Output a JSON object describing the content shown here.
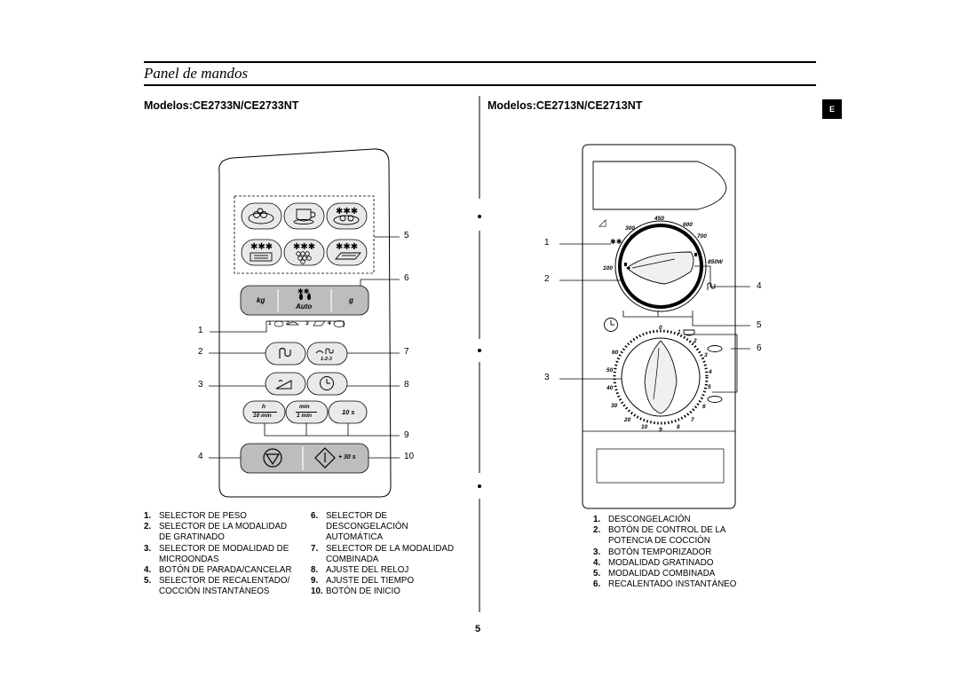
{
  "page": {
    "title": "Panel de mandos",
    "tab": "E",
    "number": "5"
  },
  "left_model": {
    "heading": "Modelos:CE2733N/CE2733NT",
    "panel": {
      "weight_left": "kg",
      "weight_right": "g",
      "auto_label": "Auto",
      "auto_sub": [
        "1",
        "2",
        "3",
        "4"
      ],
      "combo_sub": "1-2-3",
      "time_h_top": "h",
      "time_h_bottom": "10 min",
      "time_min_top": "min",
      "time_min_bottom": "1 min",
      "time_10s": "10 s",
      "start_label": "+ 30 s"
    },
    "callouts": {
      "c1": "1",
      "c2": "2",
      "c3": "3",
      "c4": "4",
      "c5": "5",
      "c6": "6",
      "c7": "7",
      "c8": "8",
      "c9": "9",
      "c10": "10"
    },
    "legend_col1": [
      {
        "num": "1.",
        "text": "SELECTOR DE PESO"
      },
      {
        "num": "2.",
        "text": "SELECTOR DE LA MODALIDAD\nDE GRATINADO"
      },
      {
        "num": "3.",
        "text": "SELECTOR DE MODALIDAD DE\nMICROONDAS"
      },
      {
        "num": "4.",
        "text": "BOTÓN DE PARADA/CANCELAR"
      },
      {
        "num": "5.",
        "text": "SELECTOR DE RECALENTADO/\nCOCCIÓN INSTANTÁNEOS"
      }
    ],
    "legend_col2": [
      {
        "num": "6.",
        "text": "SELECTOR DE\nDESCONGELACIÓN\nAUTOMÁTICA"
      },
      {
        "num": "7.",
        "text": "SELECTOR DE LA MODALIDAD\nCOMBINADA"
      },
      {
        "num": "8.",
        "text": "AJUSTE DEL RELOJ"
      },
      {
        "num": "9.",
        "text": "AJUSTE DEL TIEMPO"
      },
      {
        "num": "10.",
        "text": "BOTÓN DE INICIO"
      }
    ]
  },
  "right_model": {
    "heading": "Modelos:CE2713N/CE2713NT",
    "power_labels": [
      "100",
      "300",
      "450",
      "600",
      "700",
      "850W"
    ],
    "timer_labels": [
      "0",
      "1",
      "2",
      "3",
      "4",
      "5",
      "6",
      "7",
      "8",
      "9",
      "10",
      "20",
      "30",
      "40",
      "50",
      "60"
    ],
    "callouts": {
      "c1": "1",
      "c2": "2",
      "c3": "3",
      "c4": "4",
      "c5": "5",
      "c6": "6"
    },
    "legend": [
      {
        "num": "1.",
        "text": "DESCONGELACIÓN"
      },
      {
        "num": "2.",
        "text": "BOTÓN DE CONTROL DE LA\nPOTENCIA DE COCCIÓN"
      },
      {
        "num": "3.",
        "text": "BOTÓN TEMPORIZADOR"
      },
      {
        "num": "4.",
        "text": "MODALIDAD GRATINADO"
      },
      {
        "num": "5.",
        "text": "MODALIDAD COMBINADA"
      },
      {
        "num": "6.",
        "text": "RECALENTADO INSTANTÁNEO"
      }
    ]
  },
  "icons": {
    "dish": "dish-icon",
    "cup": "cup-icon",
    "snowflake": "snowflake-icon",
    "grill": "grill-icon",
    "microwave": "microwave-power-icon",
    "clock": "clock-icon",
    "stop": "stop-icon",
    "start": "start-icon",
    "defrost": "defrost-drops-icon"
  }
}
